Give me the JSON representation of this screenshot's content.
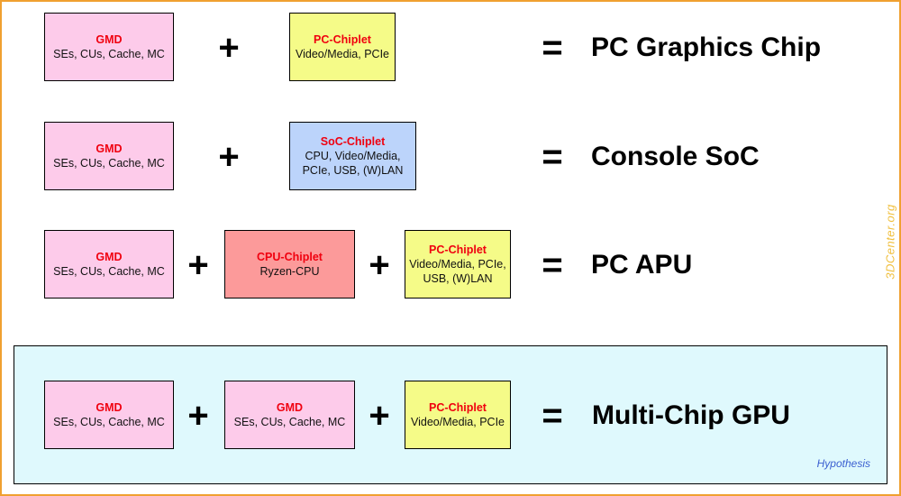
{
  "rows": [
    {
      "boxes": [
        {
          "title": "GMD",
          "lines": [
            "SEs, CUs, Cache, MC"
          ],
          "color": "#fdcbea"
        },
        {
          "title": "PC-Chiplet",
          "lines": [
            "Video/Media, PCIe"
          ],
          "color": "#f5fb88"
        }
      ],
      "operators": [
        "+",
        "="
      ],
      "result": "PC Graphics Chip"
    },
    {
      "boxes": [
        {
          "title": "GMD",
          "lines": [
            "SEs, CUs, Cache, MC"
          ],
          "color": "#fdcbea"
        },
        {
          "title": "SoC-Chiplet",
          "lines": [
            "CPU, Video/Media,",
            "PCIe, USB, (W)LAN"
          ],
          "color": "#bcd4fb"
        }
      ],
      "operators": [
        "+",
        "="
      ],
      "result": "Console SoC"
    },
    {
      "boxes": [
        {
          "title": "GMD",
          "lines": [
            "SEs, CUs, Cache, MC"
          ],
          "color": "#fdcbea"
        },
        {
          "title": "CPU-Chiplet",
          "lines": [
            "Ryzen-CPU"
          ],
          "color": "#fc9a9a"
        },
        {
          "title": "PC-Chiplet",
          "lines": [
            "Video/Media, PCIe,",
            "USB, (W)LAN"
          ],
          "color": "#f5fb88"
        }
      ],
      "operators": [
        "+",
        "+",
        "="
      ],
      "result": "PC APU"
    },
    {
      "boxes": [
        {
          "title": "GMD",
          "lines": [
            "SEs, CUs, Cache, MC"
          ],
          "color": "#fdcbea"
        },
        {
          "title": "GMD",
          "lines": [
            "SEs, CUs, Cache, MC"
          ],
          "color": "#fdcbea"
        },
        {
          "title": "PC-Chiplet",
          "lines": [
            "Video/Media, PCIe"
          ],
          "color": "#f5fb88"
        }
      ],
      "operators": [
        "+",
        "+",
        "="
      ],
      "result": "Multi-Chip GPU"
    }
  ],
  "hypothesis_label": "Hypothesis",
  "watermark": "3DCenter.org",
  "colors": {
    "frame_border": "#f0a030",
    "hypothesis_panel": "#dff9fd",
    "chip_title": "#f0000f",
    "watermark": "#f0c040",
    "hypothesis_text": "#3a5fd0"
  }
}
